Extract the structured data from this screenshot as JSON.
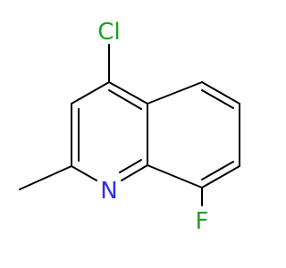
{
  "molecule": {
    "atoms": {
      "chlorine": {
        "symbol": "Cl",
        "color": "#1fa01f"
      },
      "nitrogen": {
        "symbol": "N",
        "color": "#2e2ee6"
      },
      "fluorine": {
        "symbol": "F",
        "color": "#2a9a2a"
      }
    },
    "bond_color": "#000000",
    "background": "#ffffff"
  }
}
